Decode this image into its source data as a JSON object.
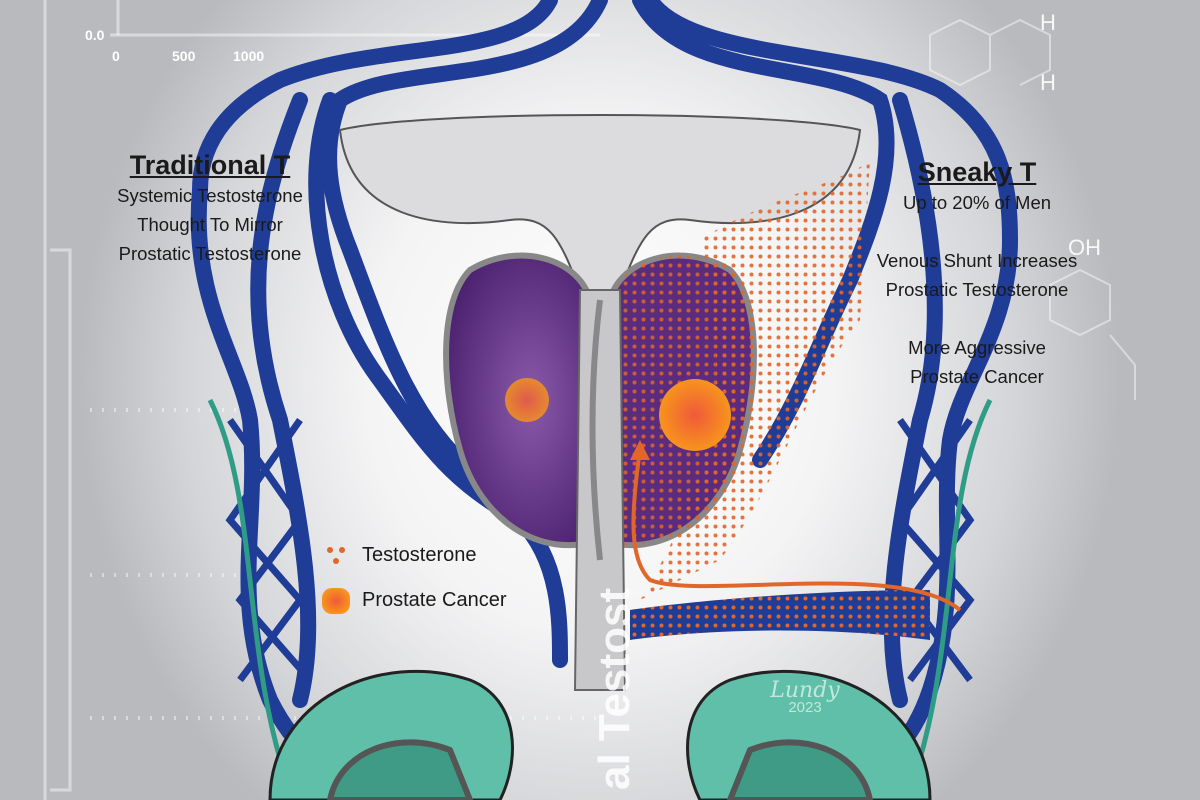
{
  "left_panel": {
    "title": "Traditional T",
    "lines": [
      "Systemic Testosterone",
      "Thought To Mirror",
      "Prostatic Testosterone"
    ]
  },
  "right_panel": {
    "title": "Sneaky T",
    "lines": [
      "Up to 20% of Men",
      "Venous Shunt Increases",
      "Prostatic Testosterone",
      "More Aggressive",
      "Prostate Cancer"
    ]
  },
  "legend": {
    "items": [
      {
        "icon": "testosterone-dots-icon",
        "label": "Testosterone"
      },
      {
        "icon": "prostate-cancer-icon",
        "label": "Prostate Cancer"
      }
    ]
  },
  "background": {
    "axis_y_label": "0.0",
    "axis_x_ticks": [
      "0",
      "500",
      "1000"
    ],
    "vertical_text": "al Testost",
    "chem_labels": [
      "H",
      "H",
      "OH"
    ]
  },
  "signature": {
    "name": "Lundy",
    "year": "2023"
  },
  "colors": {
    "vein": "#1f3c96",
    "testosterone": "#e0662a",
    "prostate": "#5b2c7e",
    "testis": "#5fbfa9",
    "bladder": "#d5d6d8"
  }
}
